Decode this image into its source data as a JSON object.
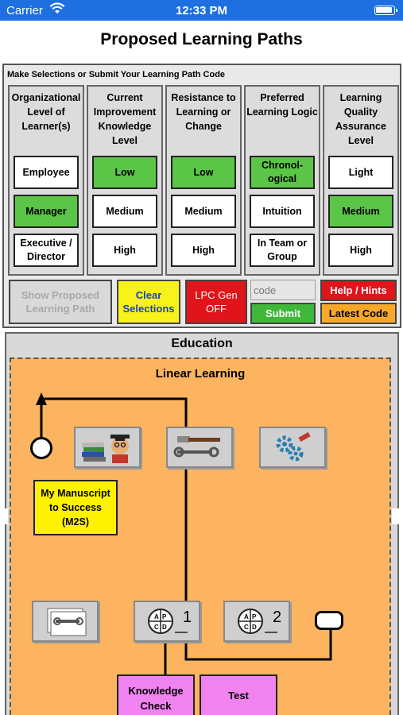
{
  "status_bar": {
    "carrier": "Carrier",
    "time": "12:33 PM"
  },
  "page_title": "Proposed Learning Paths",
  "panel": {
    "caption": "Make Selections or Submit Your Learning Path Code",
    "columns": [
      {
        "header": "Organizational Level of Learner(s)",
        "options": [
          "Employee",
          "Manager",
          "Executive / Director"
        ],
        "selected": 1
      },
      {
        "header": "Current Improvement Knowledge Level",
        "options": [
          "Low",
          "Medium",
          "High"
        ],
        "selected": 0
      },
      {
        "header": "Resistance to Learning or Change",
        "options": [
          "Low",
          "Medium",
          "High"
        ],
        "selected": 0
      },
      {
        "header": "Preferred Learning Logic",
        "options": [
          "Chronol-ogical",
          "Intuition",
          "In Team or Group"
        ],
        "selected": 0
      },
      {
        "header": "Learning Quality Assurance Level",
        "options": [
          "Light",
          "Medium",
          "High"
        ],
        "selected": 1
      }
    ],
    "buttons": {
      "show_path": "Show Proposed Learning Path",
      "clear": "Clear Selections",
      "lpc_gen_line1": "LPC Gen",
      "lpc_gen_line2": "OFF",
      "code_placeholder": "code",
      "submit": "Submit",
      "help": "Help / Hints",
      "latest_code": "Latest Code"
    }
  },
  "education": {
    "title": "Education",
    "linear_title": "Linear Learning",
    "m2s_label": "My Manuscript to Success (M2S)",
    "knowledge_check": "Knowledge Check",
    "test": "Test",
    "apcd_1_number": "1",
    "apcd_2_number": "2"
  },
  "colors": {
    "selected": "#5bc548",
    "linear_bg": "#fdb460",
    "status_bar": "#1e6fe0",
    "pink": "#f083f0"
  }
}
